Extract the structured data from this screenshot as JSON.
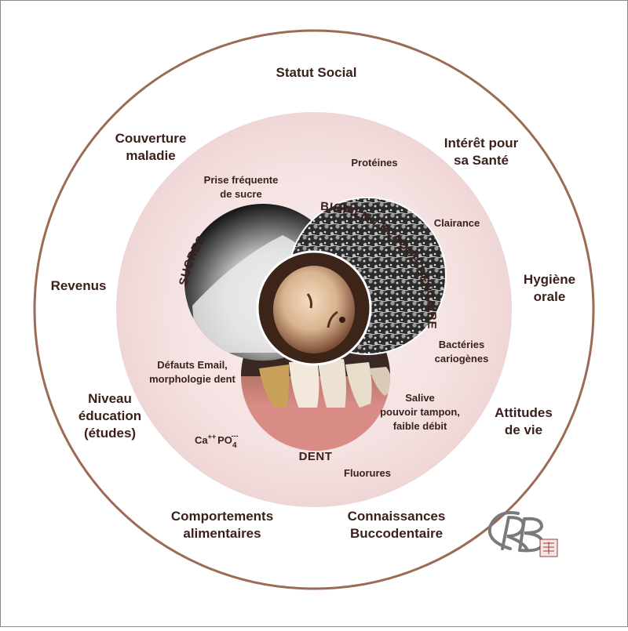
{
  "outer_factors": {
    "statut_social": [
      "Statut Social"
    ],
    "couverture": [
      "Couverture",
      "maladie"
    ],
    "interet": [
      "Intérêt pour",
      "sa Santé"
    ],
    "revenus": [
      "Revenus"
    ],
    "hygiene": [
      "Hygiène",
      "orale"
    ],
    "niveau": [
      "Niveau",
      "éducation",
      "(études)"
    ],
    "attitudes": [
      "Attitudes",
      "de vie"
    ],
    "comportements": [
      "Comportements",
      "alimentaires"
    ],
    "connaissances": [
      "Connaissances",
      "Buccodentaire"
    ]
  },
  "inner_factors": {
    "prise": [
      "Prise fréquente",
      "de sucre"
    ],
    "proteines": [
      "Protéines"
    ],
    "clairance": [
      "Clairance"
    ],
    "bacteries": [
      "Bactéries",
      "cariogènes"
    ],
    "defauts": [
      "Défauts Email,",
      "morphologie dent"
    ],
    "salive": [
      "Salive",
      "pouvoir tampon,",
      "faible débit"
    ],
    "ions": {
      "ca": "Ca",
      "ca_sup": "++",
      "po": "PO",
      "po_sub": "4",
      "po_sup": "---"
    },
    "fluorures": [
      "Fluorures"
    ]
  },
  "circle_titles": {
    "sucres": "SUCRES",
    "biofilm": "BIOFILM / PLAQUE DENTAIRE",
    "dent": "DENT"
  },
  "signature": "RB",
  "colors": {
    "outer_ring": "#9b6b55",
    "inner_disc": "#f3dede",
    "text": "#3a1f1a"
  }
}
